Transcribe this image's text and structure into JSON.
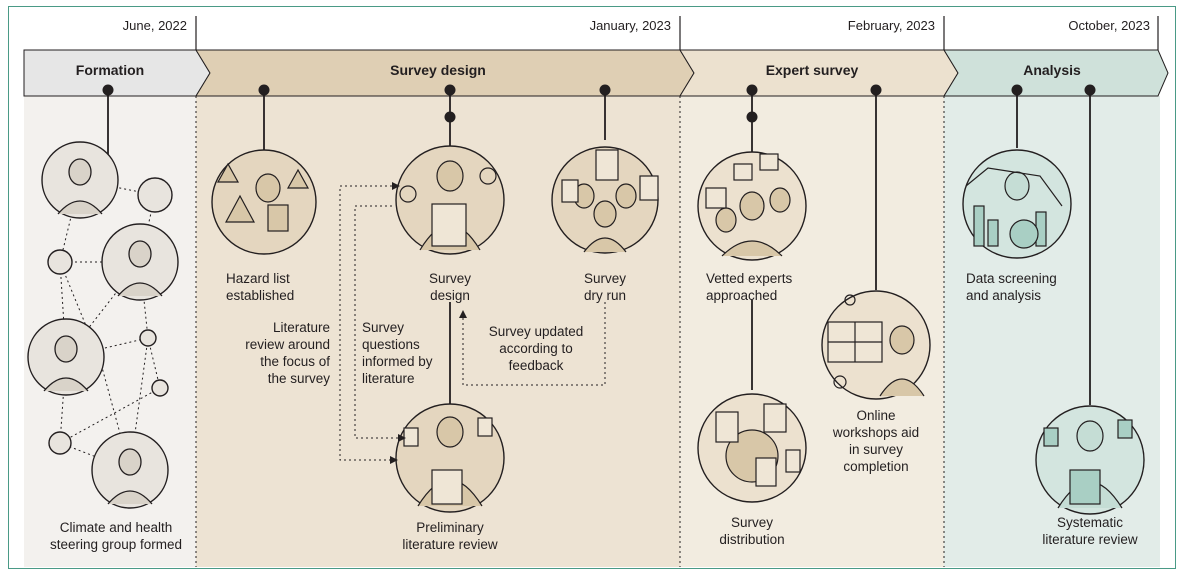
{
  "dates": [
    "June, 2022",
    "January, 2023",
    "February, 2023",
    "October, 2023"
  ],
  "phases": [
    "Formation",
    "Survey design",
    "Expert survey",
    "Analysis"
  ],
  "labels": {
    "steering": [
      "Climate and health",
      "steering group formed"
    ],
    "hazard": [
      "Hazard list",
      "established"
    ],
    "lit_review_focus": [
      "Literature",
      "review around",
      "the focus of",
      "the survey"
    ],
    "survey_questions": [
      "Survey",
      "questions",
      "informed by",
      "literature"
    ],
    "survey_design": [
      "Survey",
      "design"
    ],
    "survey_updated": [
      "Survey updated",
      "according to",
      "feedback"
    ],
    "dry_run": [
      "Survey",
      "dry run"
    ],
    "prelim": [
      "Preliminary",
      "literature review"
    ],
    "vetted": [
      "Vetted experts",
      "approached"
    ],
    "distribution": [
      "Survey",
      "distribution"
    ],
    "workshops": [
      "Online",
      "workshops aid",
      "in survey",
      "completion"
    ],
    "screening": [
      "Data screening",
      "and analysis"
    ],
    "systematic": [
      "Systematic",
      "literature review"
    ]
  },
  "colors": {
    "formation": "#e6e6e6",
    "formation_bg": "#f3f1ee",
    "design": "#dfcfb4",
    "design_bg": "#ede3d3",
    "expert": "#ece1cf",
    "expert_bg": "#f2ece0",
    "analysis": "#cfe1da",
    "analysis_bg": "#e2ece8",
    "frame": "#4a9a86",
    "ink": "#231f20"
  }
}
